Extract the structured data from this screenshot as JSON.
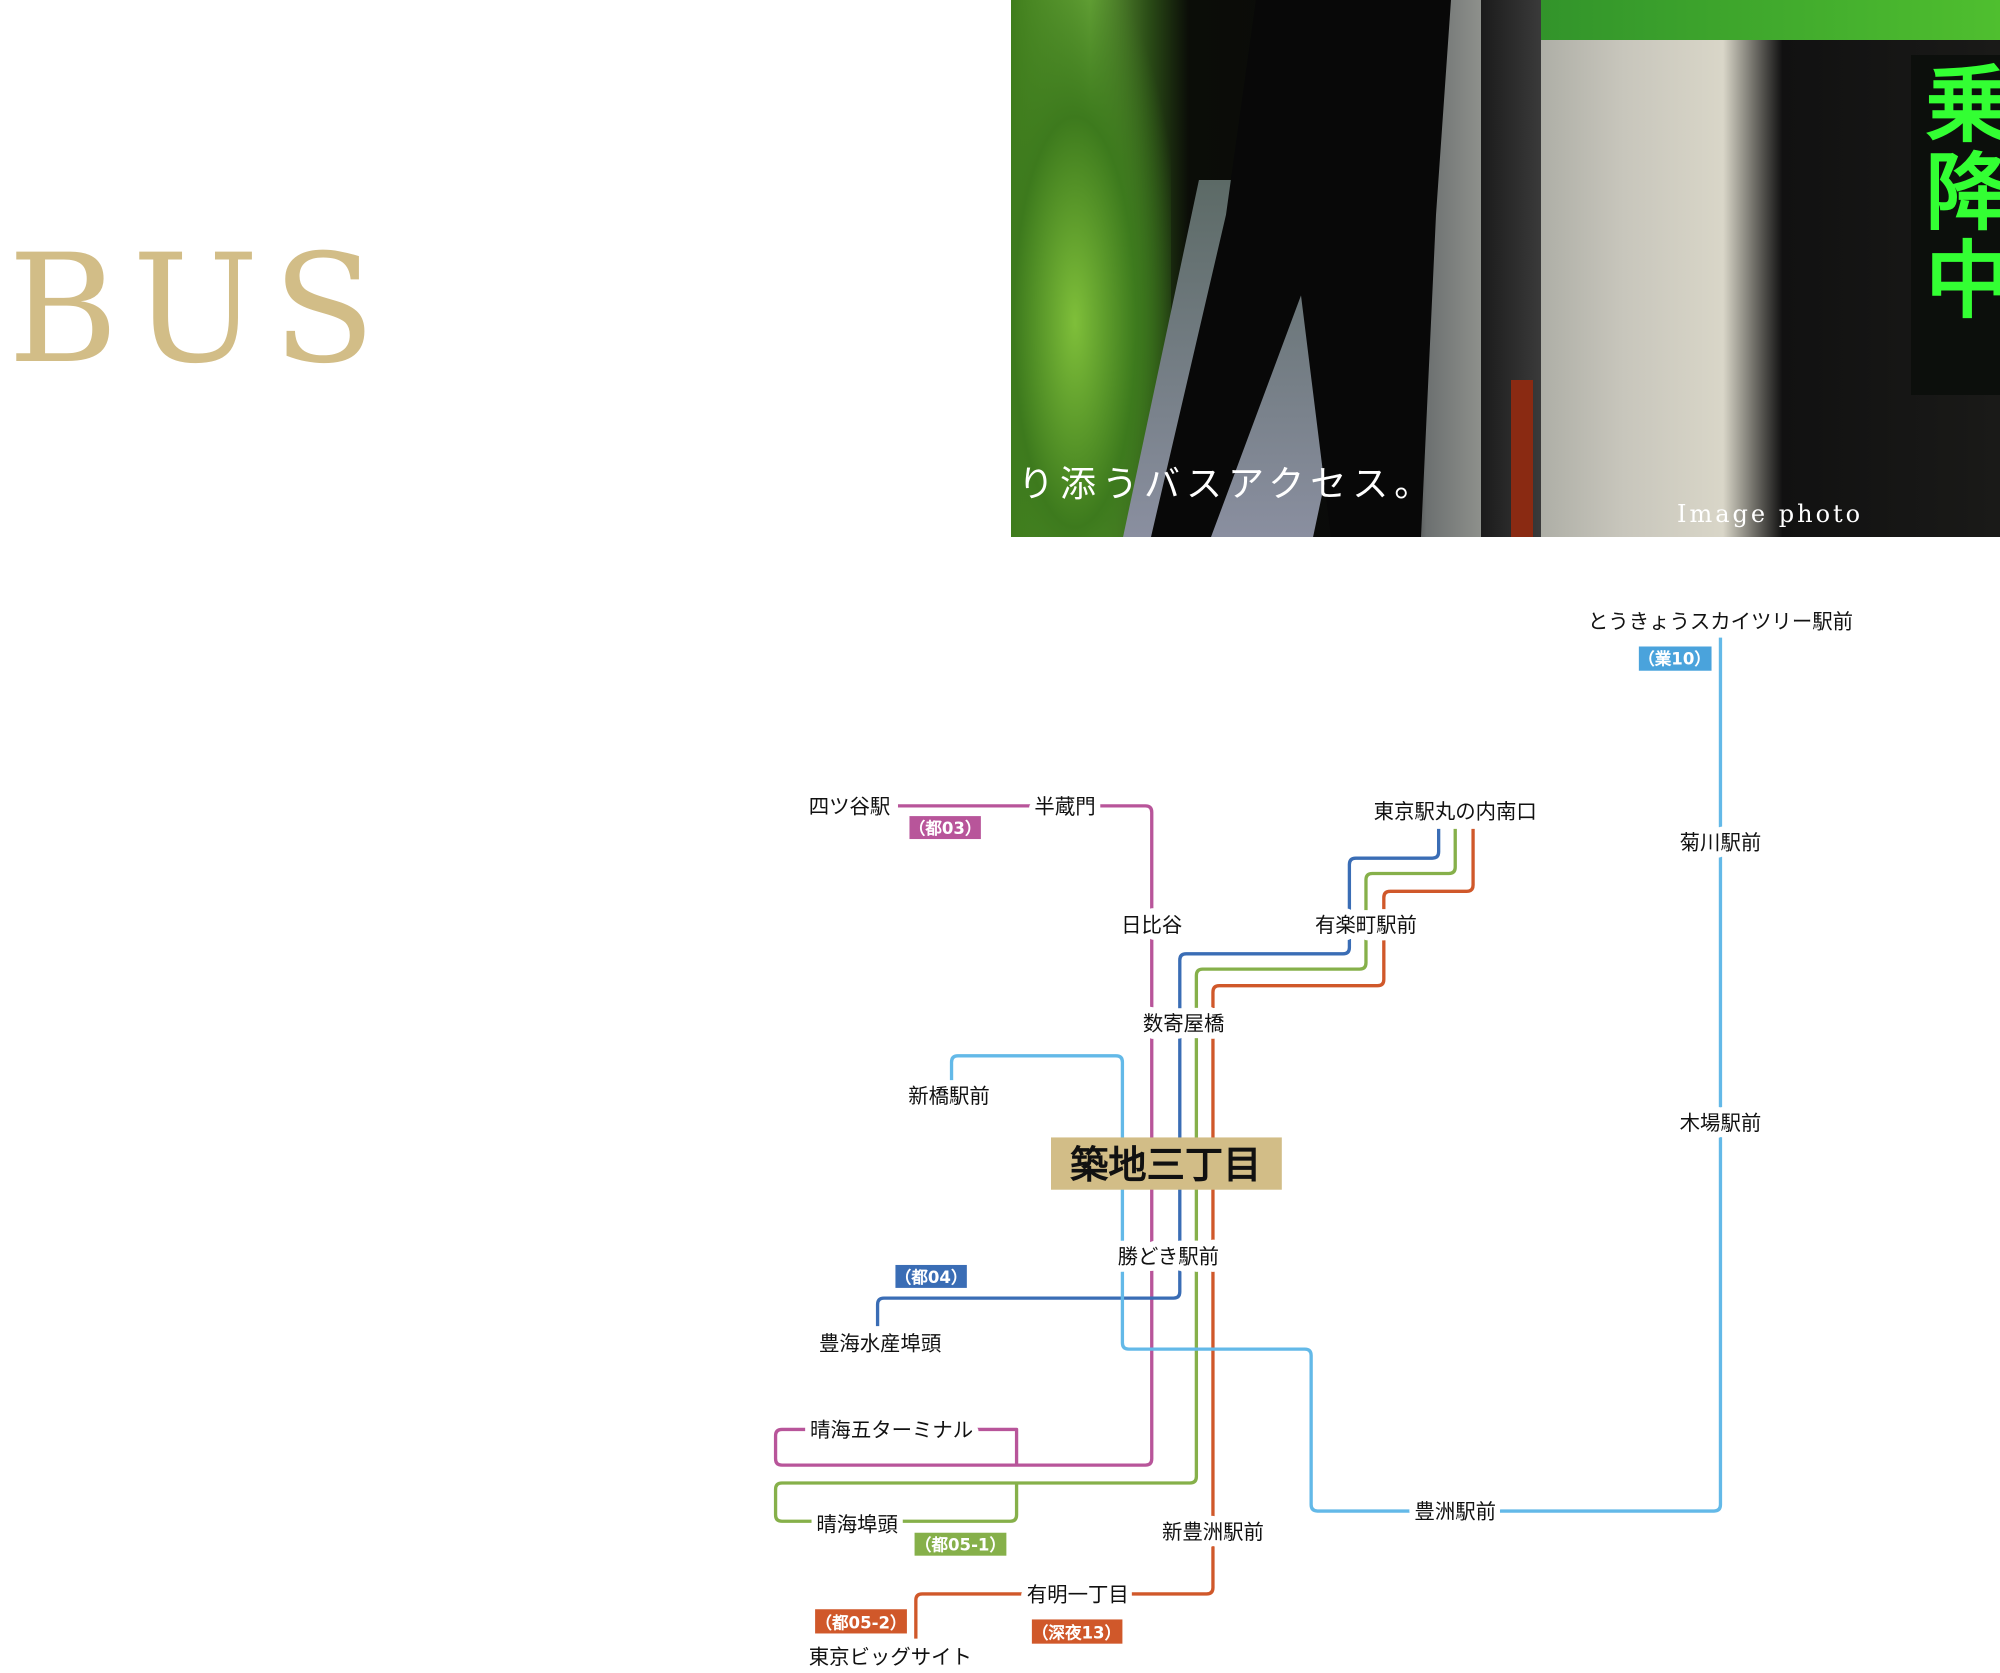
{
  "page": {
    "title": "BUS"
  },
  "photo": {
    "catch_copy": "寄り添うバスアクセス。",
    "caption": "Image photo",
    "sign_text": "乗降中"
  },
  "colors": {
    "gold": "#d2bd87",
    "to03": "#b8559a",
    "to04": "#3a6db5",
    "to05_1": "#86b04a",
    "to05_2": "#d0582a",
    "gyo10": "#63b9e8"
  },
  "map": {
    "center": "築地三丁目",
    "stations": {
      "yotsuya": "四ツ谷駅",
      "hanzomon": "半蔵門",
      "hibiya": "日比谷",
      "tokyo_marunouchi": "東京駅丸の内南口",
      "yurakucho": "有楽町駅前",
      "sukiyabashi": "数寄屋橋",
      "shimbashi": "新橋駅前",
      "kachidoki": "勝どき駅前",
      "toyomi": "豊海水産埠頭",
      "harumi_terminal": "晴海五ターミナル",
      "harumi_futo": "晴海埠頭",
      "shin_toyosu": "新豊洲駅前",
      "ariake": "有明一丁目",
      "big_sight": "東京ビッグサイト",
      "toyosu": "豊洲駅前",
      "skytree": "とうきょうスカイツリー駅前",
      "kikukawa": "菊川駅前",
      "kiba": "木場駅前"
    },
    "routes": {
      "to03": "（都03）",
      "to04": "（都04）",
      "to05_1": "（都05-1）",
      "to05_2": "（都05-2）",
      "shinya13": "（深夜13）",
      "gyo10": "（業10）"
    }
  }
}
